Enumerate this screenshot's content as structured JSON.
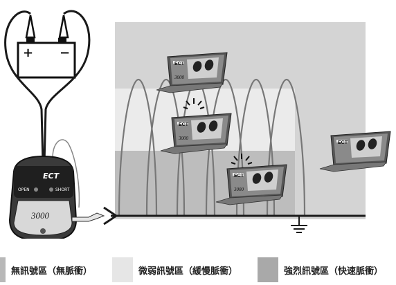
{
  "tester": {
    "brand": "ECT",
    "model": "3000",
    "open_label": "OPEN",
    "short_label": "SHORT"
  },
  "receivers": {
    "brand": "ECT",
    "model": "3000"
  },
  "battery": {
    "plus": "+",
    "minus": "−"
  },
  "legend": [
    {
      "label": "無訊號區（無脈衝）",
      "color": "#b8b8b8"
    },
    {
      "label": "微弱訊號區（緩慢脈衝）",
      "color": "#e6e6e6"
    },
    {
      "label": "強烈訊號區（快速脈衝）",
      "color": "#a9a9a9"
    }
  ],
  "colors": {
    "no_signal_zone": "#d4d4d4",
    "weak_signal_zone": "#ebebeb",
    "strong_signal_zone": "#b9b9b9",
    "wire": "#1a1a1a"
  }
}
